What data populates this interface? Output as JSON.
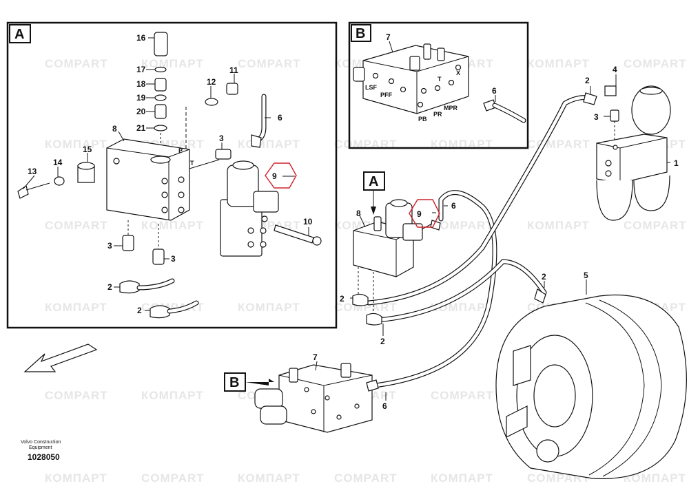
{
  "watermarks": [
    "COMPART",
    "КОМПАРТ"
  ],
  "detail_boxes": [
    {
      "letter": "A"
    },
    {
      "letter": "B"
    }
  ],
  "detail_a_labels": [
    "16",
    "17",
    "18",
    "19",
    "20",
    "21",
    "11",
    "12",
    "6",
    "8",
    "3",
    "15",
    "14",
    "13",
    "9",
    "10",
    "3",
    "3",
    "2",
    "2"
  ],
  "detail_a_ports": [
    "P",
    "T"
  ],
  "detail_b_labels": [
    "7",
    "6"
  ],
  "detail_b_ports": [
    "LSF",
    "PFF",
    "T",
    "X",
    "PB",
    "PR",
    "MPR"
  ],
  "main_labels": [
    "2",
    "4",
    "3",
    "1",
    "A",
    "8",
    "9",
    "6",
    "2",
    "2",
    "2",
    "5",
    "7",
    "B",
    "6"
  ],
  "footer": {
    "brand_line1": "Volvo Construction",
    "brand_line2": "Equipment",
    "drawing_number": "1028050"
  },
  "colors": {
    "highlight": "#d0202a",
    "line": "#111111",
    "watermark": "#e6e6e6"
  }
}
